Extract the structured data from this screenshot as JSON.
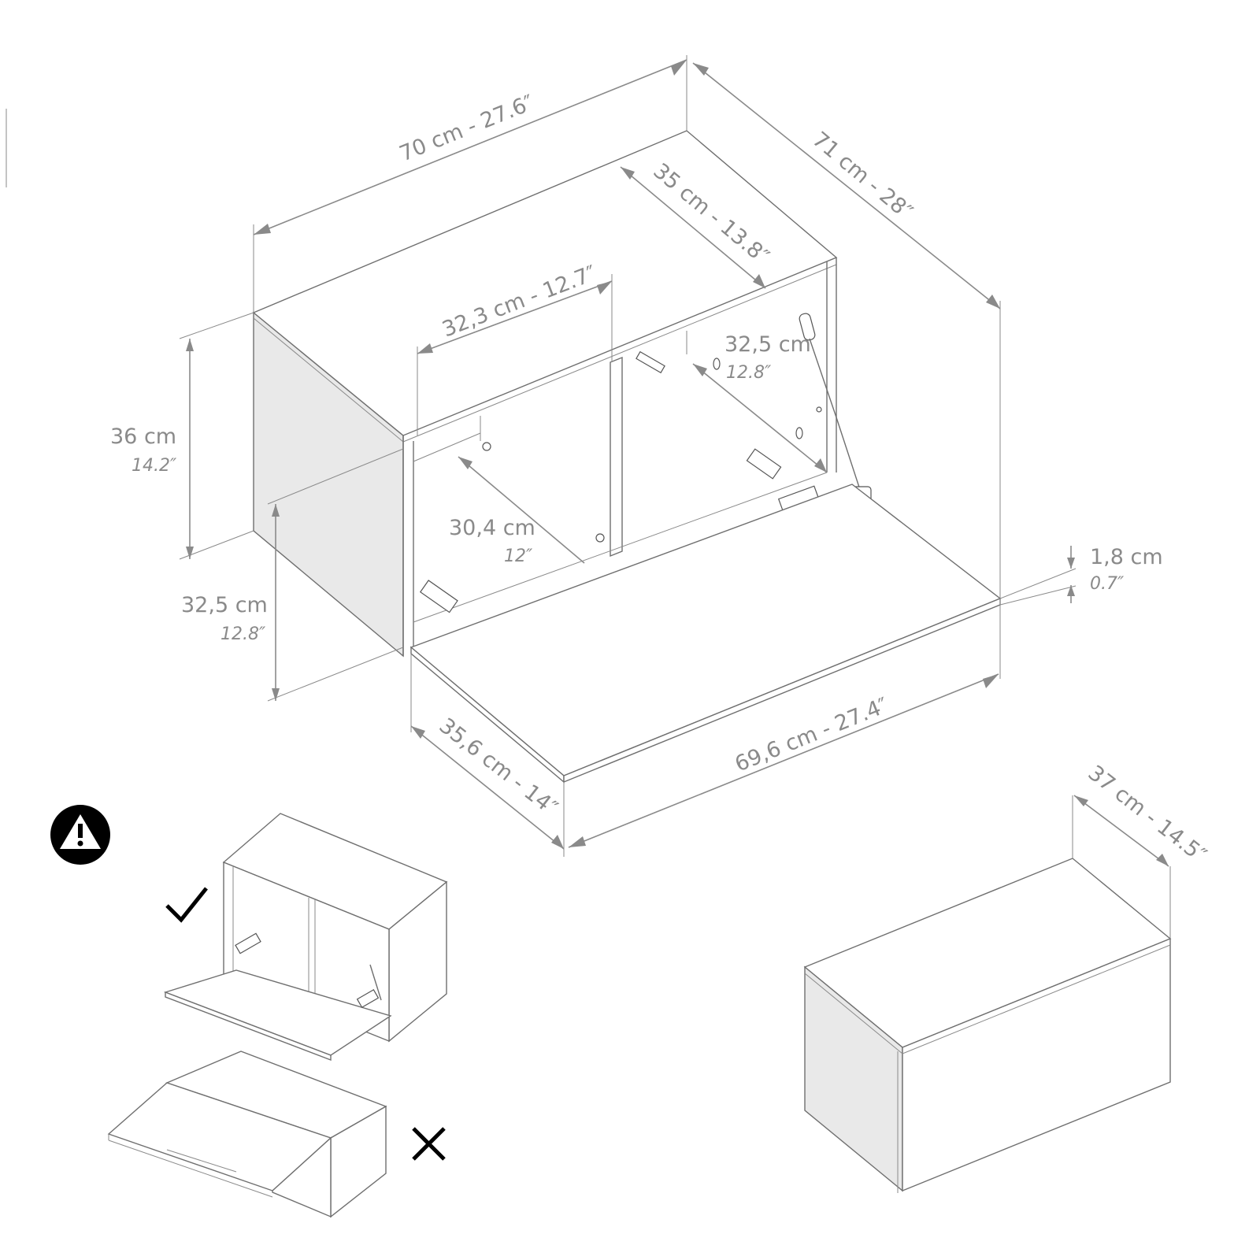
{
  "dimensions": {
    "width_top": "70 cm - 27.6″",
    "depth_top": "71 cm - 28″",
    "inner_depth": "35 cm - 13.8″",
    "inner_width": "32,3 cm - 12.7″",
    "height_cm": "36 cm",
    "height_in": "14.2″",
    "inner_diag_cm": "32,5 cm",
    "inner_diag_in": "12.8″",
    "shelf_depth_cm": "30,4 cm",
    "shelf_depth_in": "12″",
    "door_height_cm": "32,5 cm",
    "door_height_in": "12.8″",
    "thickness_cm": "1,8 cm",
    "thickness_in": "0.7″",
    "door_depth": "35,6 cm - 14″",
    "door_width": "69,6 cm - 27.4″",
    "closed_depth": "37 cm - 14.5″"
  },
  "icons": {
    "warning": "warning-icon",
    "correct": "check-icon",
    "wrong": "cross-icon"
  }
}
